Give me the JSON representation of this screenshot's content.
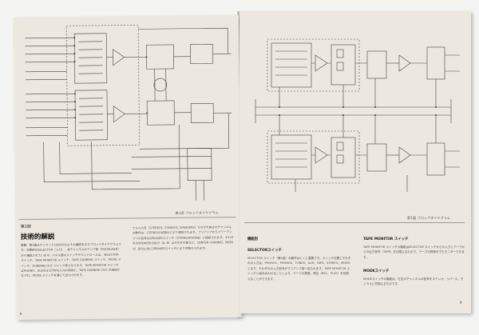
{
  "left_page": {
    "figure_caption": "第1図 ブロックダイヤグラム",
    "section_tag": "第2部",
    "section_title": "技術的解説",
    "col1_text": "概観：第1図はケンウッド1200のおよその構成を示すブロックダイヤグラムです。主要部はSELECTOR（入力）、各チャンネルのアンプ部（EQUALIZER）から構成されています。パネル面のスイッチやコントロールは、SELECTOR スイッチ、TAPE MONITOR スイッチ、TAPE DUBBING スイッチ、MODE スイッチ、DUBBING OUT ジャック等となります。TAPE MONITOR スイッチはPHONO、AUXおよびTAPE入力の切換え、TAPE DUBBING OUT の接続がなされ、MODE スイッチを通じて出力されます。",
    "col2_text": "ナル入力を（STEREO1, STEREO2, SPEAKER2）それぞれ独立のチャンネルの動作は、STEREOの切換えにより選択されます。プリアンプからパワーアンプへの信号はSPEAKERスイッチ（STEREO/PHONE）に接続されます。それぞれのSPEAKERの出力（A, B）はそれぞれ独立に、CENTER CHANNEL（MONO）出力と共にSPEAKERスイッチにより切換えられます。",
    "page_number": "8"
  },
  "right_page": {
    "figure_caption": "第1図 ブロックダイヤグラム",
    "col1_subhead1": "機能別",
    "col1_subhead2": "SELECTORスイッチ",
    "col1_text": "SELECTOR スイッチ（第1図）の動作はとくに重要です。スイッチ位置とそれぞれの入力は、PHONO1、PHONO2、TUNER、AUX、TAPE、STEREO、MONO となり、それぞれの入力信号がプリアンプ部へ送られます。TAPE MONITOR スイッチと組み合わせることにより、テープの録音、再生（REC、PLAY）を切換えることができます。",
    "col2_subhead1": "TAPE MONITOR スイッチ",
    "col2_text1": "TAPE MONITOR スイッチの機能はSELECTOR スイッチからの入力とテープからの出力信号（TAPE）を切換えるもので、テープの録音中でもモニターできます。",
    "col2_subhead2": "MODEスイッチ",
    "col2_text2": "MODEスイッチの機能は、左右のチャンネルの信号をステレオ、リバース、モノラルに切換えるものです。",
    "page_number": "9"
  },
  "colors": {
    "paper": "#ece8df",
    "ink": "#333333",
    "shade": "#c9c4b9"
  }
}
